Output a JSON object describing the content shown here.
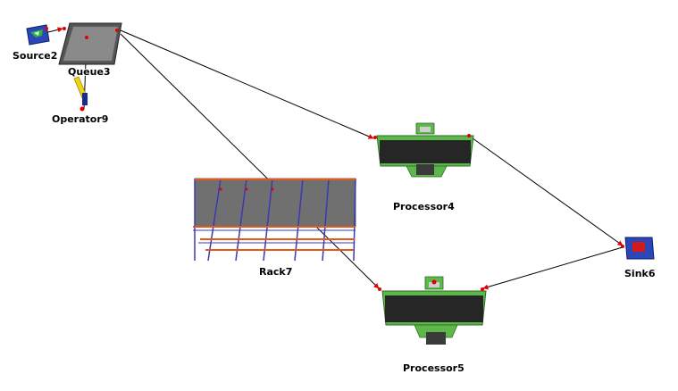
{
  "objects": {
    "source": {
      "label": "Source2"
    },
    "queue": {
      "label": "Queue3"
    },
    "operator": {
      "label": "Operator9"
    },
    "processor_a": {
      "label": "Processor4"
    },
    "processor_b": {
      "label": "Processor5"
    },
    "rack": {
      "label": "Rack7"
    },
    "sink": {
      "label": "Sink6"
    }
  },
  "colors": {
    "connection": "#000000",
    "port": "#e00000",
    "source_body": "#2b46b8",
    "queue_body": "#4a4a4a",
    "processor_body": "#5cb84a",
    "rack_shelf": "#6a6a6a",
    "sink_body": "#2b46b8"
  }
}
